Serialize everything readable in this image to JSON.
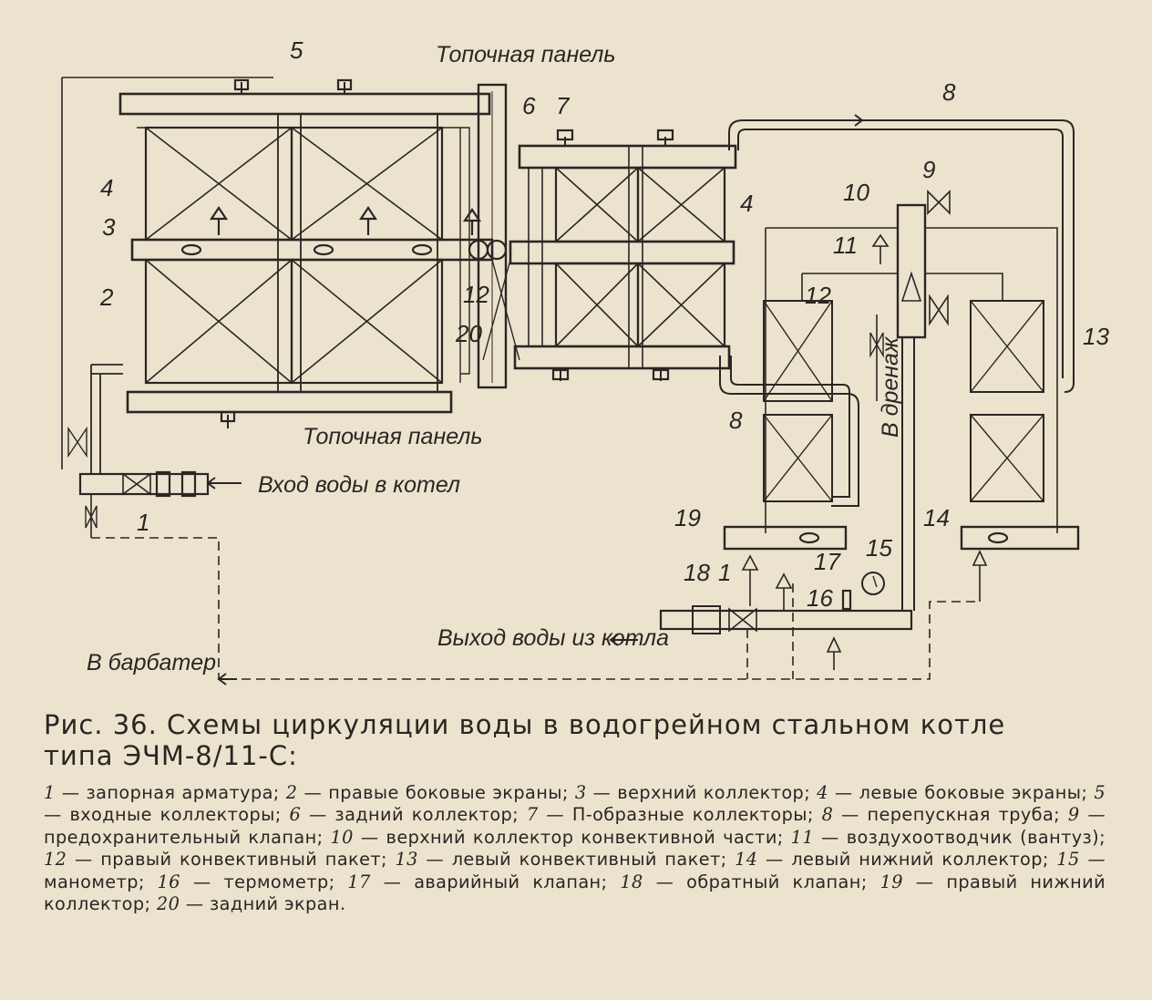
{
  "figure": {
    "labels": {
      "n1a": "1",
      "n1b": "1",
      "n2": "2",
      "n3": "3",
      "n4a": "4",
      "n4b": "4",
      "n5": "5",
      "n6": "6",
      "n7": "7",
      "n8a": "8",
      "n8b": "8",
      "n9": "9",
      "n10": "10",
      "n11": "11",
      "n12a": "12",
      "n12b": "12",
      "n13": "13",
      "n14": "14",
      "n15": "15",
      "n16": "16",
      "n17": "17",
      "n18": "18",
      "n19": "19",
      "n20": "20"
    },
    "notes": {
      "furnace_top": "Топочная панель",
      "furnace_bottom": "Топочная панель",
      "water_in": "Вход воды в котел",
      "water_out": "Выход воды из котла",
      "drain": "В дренаж",
      "barbater": "В барбатер"
    }
  },
  "caption": {
    "line1": "Рис. 36. Схемы циркуляции воды в водогрейном стальном котле",
    "line2": "типа ЭЧМ-8/11-С:"
  },
  "legend": [
    {
      "n": "1",
      "text": "запорная арматура;"
    },
    {
      "n": "2",
      "text": "правые боковые экраны;"
    },
    {
      "n": "3",
      "text": "верхний коллектор;"
    },
    {
      "n": "4",
      "text": "левые боковые экраны;"
    },
    {
      "n": "5",
      "text": "входные коллекторы;"
    },
    {
      "n": "6",
      "text": "задний коллектор;"
    },
    {
      "n": "7",
      "text": "П-образные коллекторы;"
    },
    {
      "n": "8",
      "text": "перепускная труба;"
    },
    {
      "n": "9",
      "text": "предохранительный клапан;"
    },
    {
      "n": "10",
      "text": "верхний коллектор конвективной части;"
    },
    {
      "n": "11",
      "text": "воздухоотводчик (вантуз);"
    },
    {
      "n": "12",
      "text": "правый конвективный пакет;"
    },
    {
      "n": "13",
      "text": "левый конвективный пакет;"
    },
    {
      "n": "14",
      "text": "левый нижний коллектор;"
    },
    {
      "n": "15",
      "text": "манометр;"
    },
    {
      "n": "16",
      "text": "термометр;"
    },
    {
      "n": "17",
      "text": "аварийный клапан;"
    },
    {
      "n": "18",
      "text": "обратный клапан;"
    },
    {
      "n": "19",
      "text": "правый нижний коллектор;"
    },
    {
      "n": "20",
      "text": "задний экран."
    }
  ]
}
